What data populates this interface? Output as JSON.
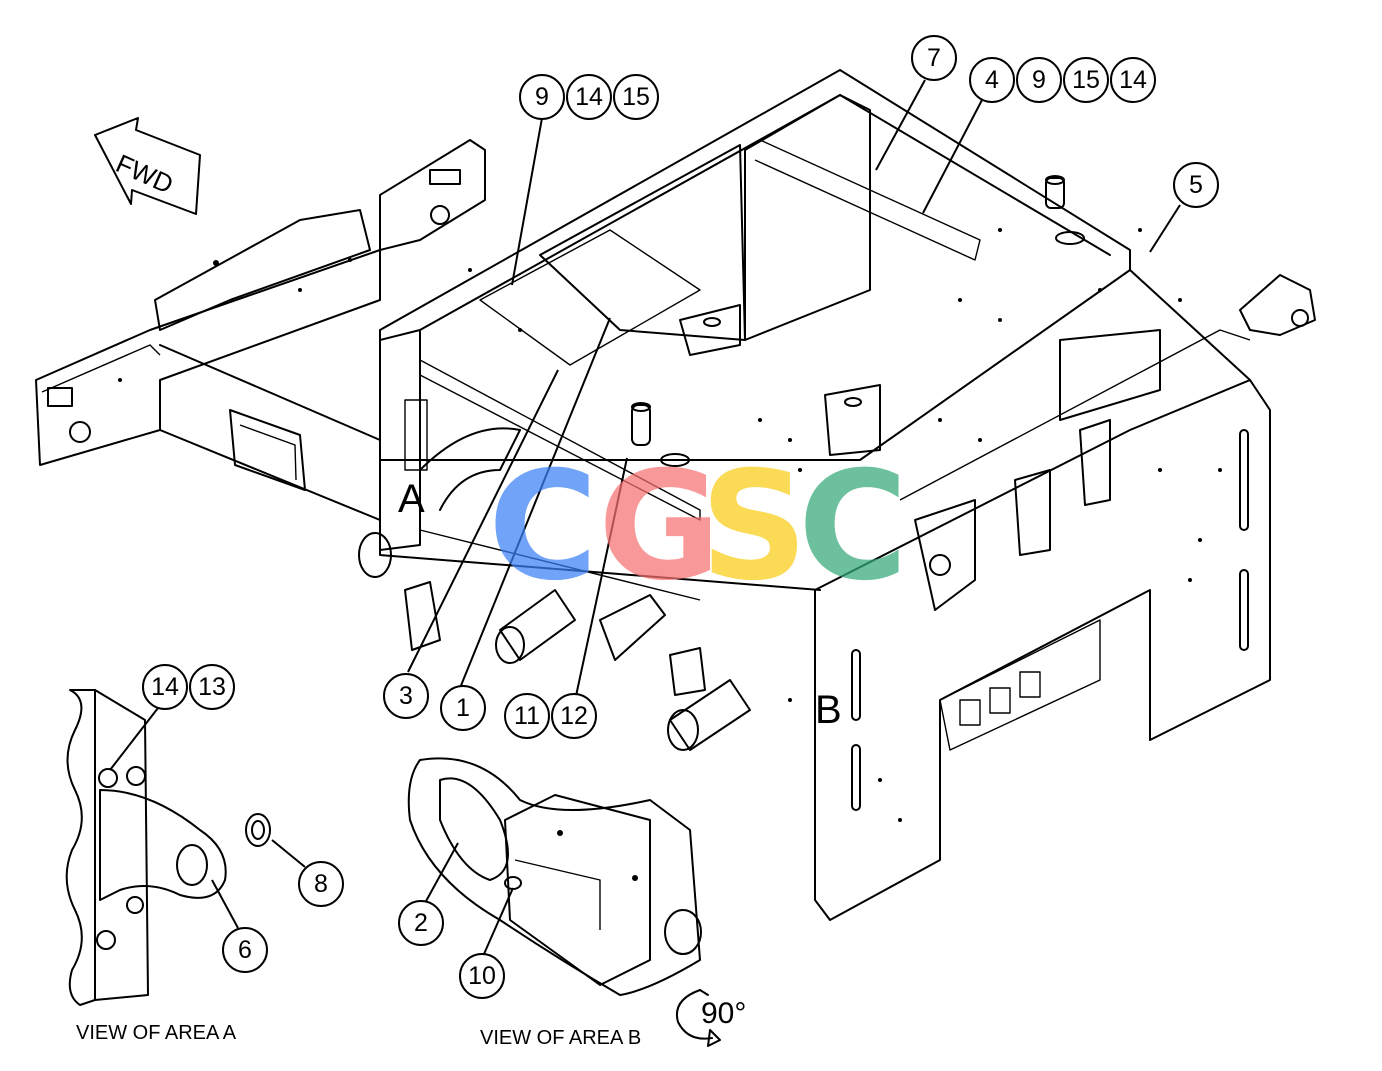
{
  "diagram": {
    "orientation_label": "FWD",
    "area_letters": {
      "a": "A",
      "b": "B"
    },
    "captions": {
      "area_a": "VIEW OF AREA A",
      "area_b": "VIEW OF AREA B"
    },
    "rotation_label": "90°",
    "watermark": {
      "letters": [
        "C",
        "G",
        "S",
        "C"
      ],
      "colors": [
        "#3b82f6",
        "#f87171",
        "#facc15",
        "#34a97a"
      ]
    },
    "callouts": {
      "c9a": "9",
      "c14a": "14",
      "c15a": "15",
      "c7": "7",
      "c4": "4",
      "c9b": "9",
      "c15b": "15",
      "c14b": "14",
      "c5": "5",
      "c3": "3",
      "c1": "1",
      "c11": "11",
      "c12": "12",
      "c14c": "14",
      "c13": "13",
      "c8": "8",
      "c6": "6",
      "c2": "2",
      "c10": "10"
    }
  }
}
